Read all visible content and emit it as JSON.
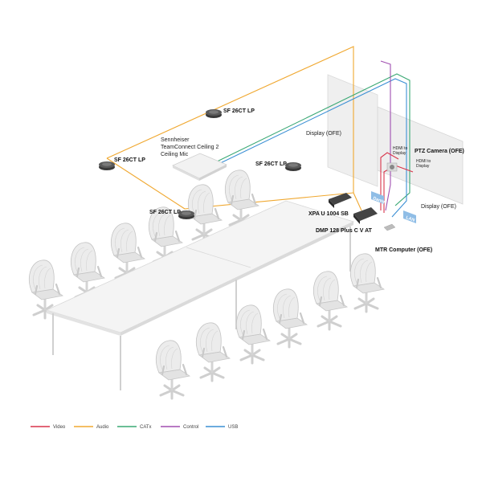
{
  "labels": {
    "mic_top": "SF 26CT LP",
    "mic_left": "SF 26CT LP",
    "mic_right": "SF 26CT LP",
    "mic_table": "SF 26CT LP",
    "ceiling_mic_1": "Sennheiser",
    "ceiling_mic_2": "TeamConnect Ceiling 2",
    "ceiling_mic_3": "Ceiling Mic",
    "display_left": "Display (OFE)",
    "display_right": "Display (OFE)",
    "ptz_camera": "PTZ Camera (OFE)",
    "hdmi_to_display_1a": "HDMI to",
    "hdmi_to_display_1b": "Display",
    "hdmi_to_display_2a": "HDMI to",
    "hdmi_to_display_2b": "Display",
    "amp": "XPA U 1004 SB",
    "dsp": "DMP 128 Plus C V AT",
    "mtr": "MTR Computer (OFE)",
    "dante_tag": "Dante",
    "lan_tag": "LAN"
  },
  "legend": [
    {
      "label": "Video",
      "color": "#d8344a"
    },
    {
      "label": "Audio",
      "color": "#f0a830"
    },
    {
      "label": "CATx",
      "color": "#3aa874"
    },
    {
      "label": "Control",
      "color": "#a04fb0"
    },
    {
      "label": "USB",
      "color": "#3b8fd4"
    }
  ]
}
